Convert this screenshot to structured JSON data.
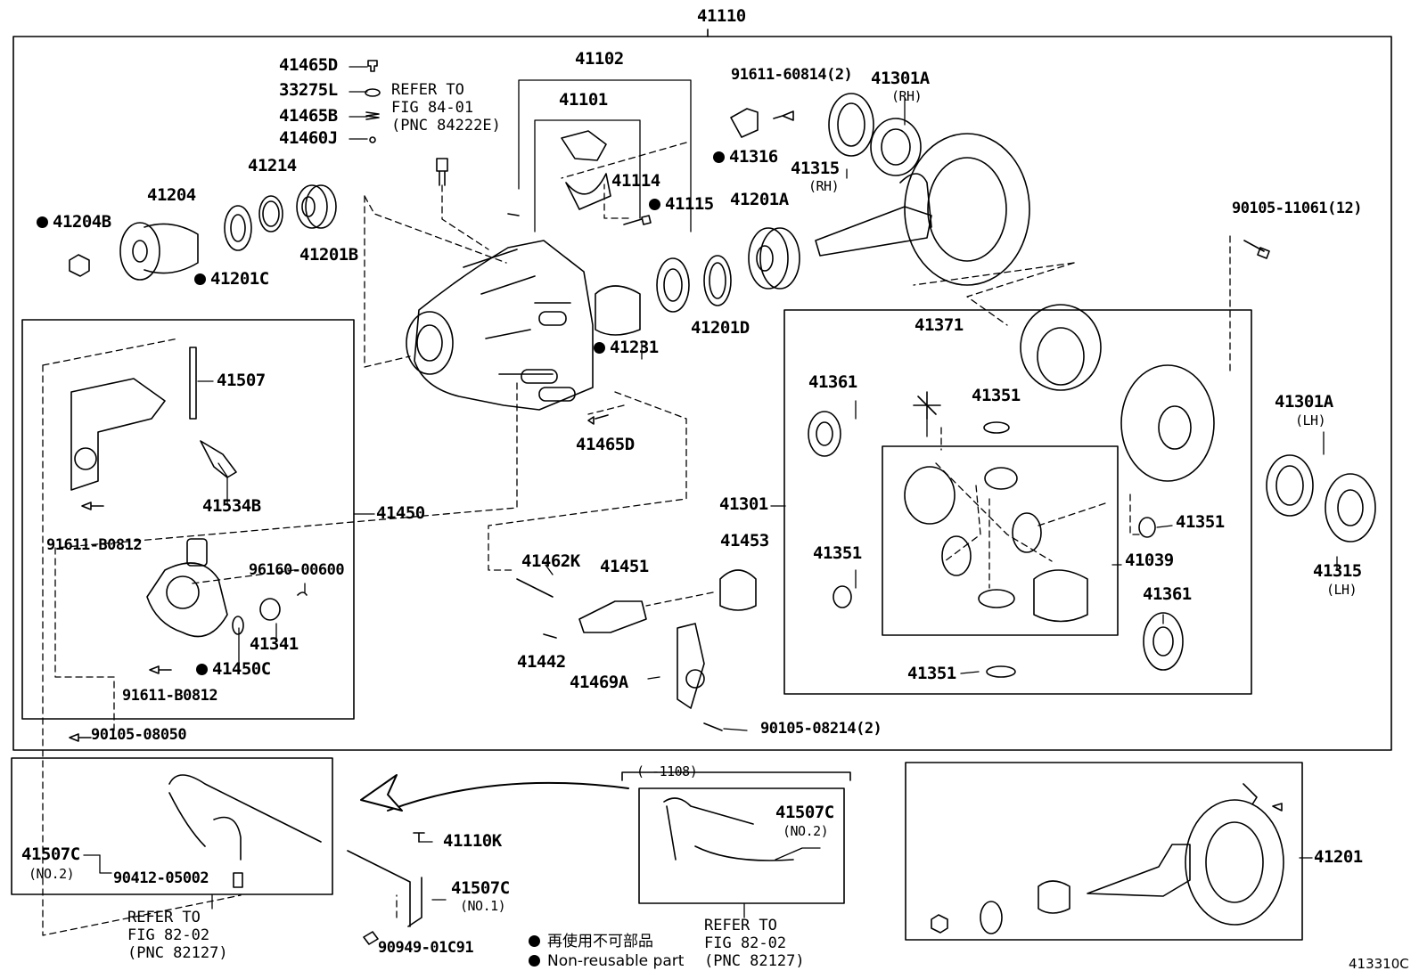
{
  "diagram_code": "413310C",
  "assembly": "41110",
  "labels": {
    "p41465D": "41465D",
    "p33275L": "33275L",
    "p41465B": "41465B",
    "p41460J": "41460J",
    "p41214": "41214",
    "p41204": "41204",
    "p41204B": "41204B",
    "p41201C": "41201C",
    "p41201B": "41201B",
    "p41102": "41102",
    "p41101": "41101",
    "p41114": "41114",
    "p41115": "41115",
    "p91611_60814": "91611-60814(2)",
    "p41301A_rh": "41301A",
    "rh1": "(RH)",
    "p41316": "41316",
    "p41315_rh": "41315",
    "rh2": "(RH)",
    "p41201A": "41201A",
    "p90105_11061": "90105-11061(12)",
    "p41231": "41231",
    "p41201D": "41201D",
    "p41465D_b": "41465D",
    "p41507": "41507",
    "p41534B": "41534B",
    "p41450": "41450",
    "p91611_B0812_a": "91611-B0812",
    "p96160_00600": "96160-00600",
    "p41341": "41341",
    "p41450C": "41450C",
    "p91611_B0812_b": "91611-B0812",
    "p90105_08050": "90105-08050",
    "p41462K": "41462K",
    "p41451": "41451",
    "p41453": "41453",
    "p41442": "41442",
    "p41469A": "41469A",
    "p90105_08214": "90105-08214(2)",
    "p41301": "41301",
    "p41371": "41371",
    "p41361_a": "41361",
    "p41351_a": "41351",
    "p41351_b": "41351",
    "p41351_c": "41351",
    "p41351_d": "41351",
    "p41039": "41039",
    "p41361_b": "41361",
    "p41301A_lh": "41301A",
    "lh1": "(LH)",
    "p41315_lh": "41315",
    "lh2": "(LH)",
    "p41507C_a": "41507C",
    "no2_a": "(NO.2)",
    "p90412_05002": "90412-05002",
    "p41110K": "41110K",
    "p41507C_b": "41507C",
    "no1": "(NO.1)",
    "p90949_01C91": "90949-01C91",
    "range": "(     -1108)",
    "p41507C_c": "41507C",
    "no2_c": "(NO.2)",
    "p41201": "41201"
  },
  "notes": {
    "refer_84": "REFER TO\nFIG 84-01\n(PNC 84222E)",
    "refer_82_left": "REFER TO\nFIG 82-02\n(PNC 82127)",
    "refer_82_right": "REFER TO\nFIG 82-02\n(PNC 82127)"
  },
  "legend": {
    "jp": "再使用不可部品",
    "en": "Non-reusable part"
  }
}
